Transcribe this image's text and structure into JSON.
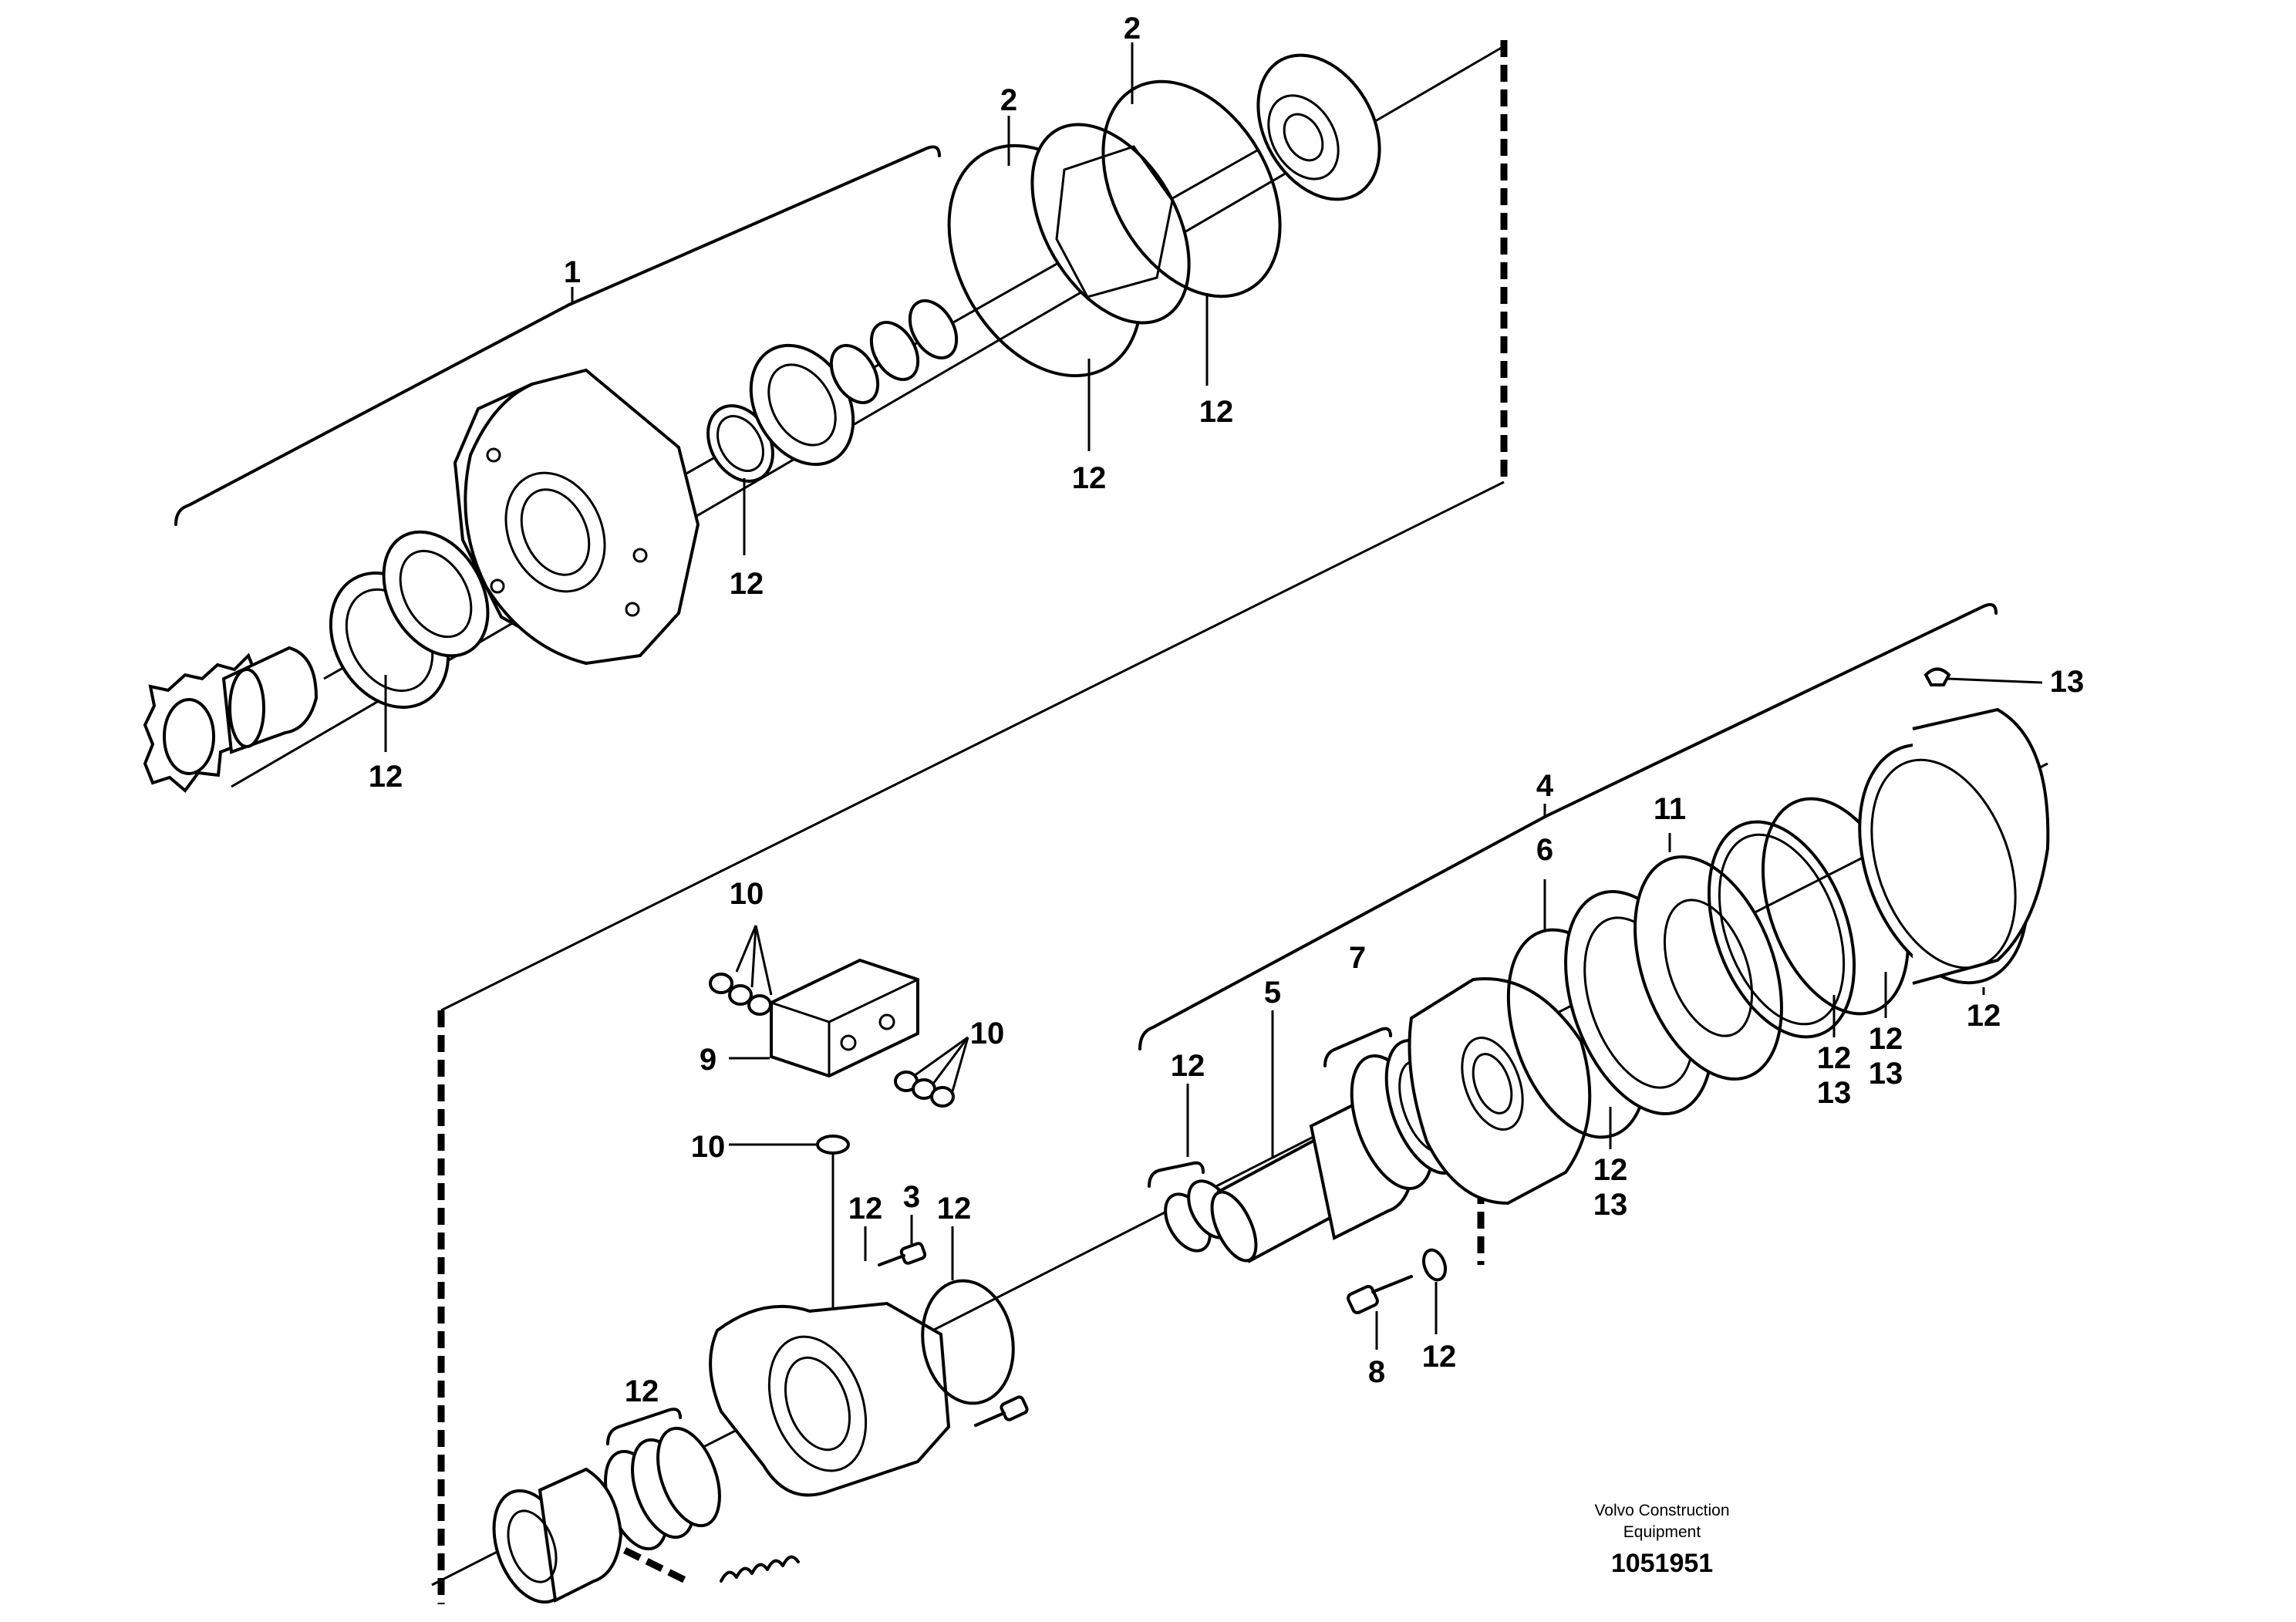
{
  "labels": {
    "l1": "1",
    "l2a": "2",
    "l2b": "2",
    "l12_pinion_seal": "12",
    "l12_bearing_seal": "12",
    "l12_ring_left": "12",
    "l12_ring_right": "12",
    "l4": "4",
    "l13_top": "13",
    "l12_cover": "12",
    "l11": "11",
    "l6": "6",
    "l12_disc_a": "12",
    "l13_disc_a": "13",
    "l12_disc_b": "12",
    "l13_disc_b": "13",
    "l12_carrier": "12",
    "l13_carrier": "13",
    "l7": "7",
    "l5": "5",
    "l12_shaft": "12",
    "l10_top": "10",
    "l10_right": "10",
    "l9": "9",
    "l10_lower": "10",
    "l3": "3",
    "l12_bolt": "12",
    "l12_oring": "12",
    "l8": "8",
    "l12_washer": "12",
    "l12_springs": "12"
  },
  "footer": {
    "company_line1": "Volvo Construction",
    "company_line2": "Equipment",
    "drawing_number": "1051951"
  }
}
